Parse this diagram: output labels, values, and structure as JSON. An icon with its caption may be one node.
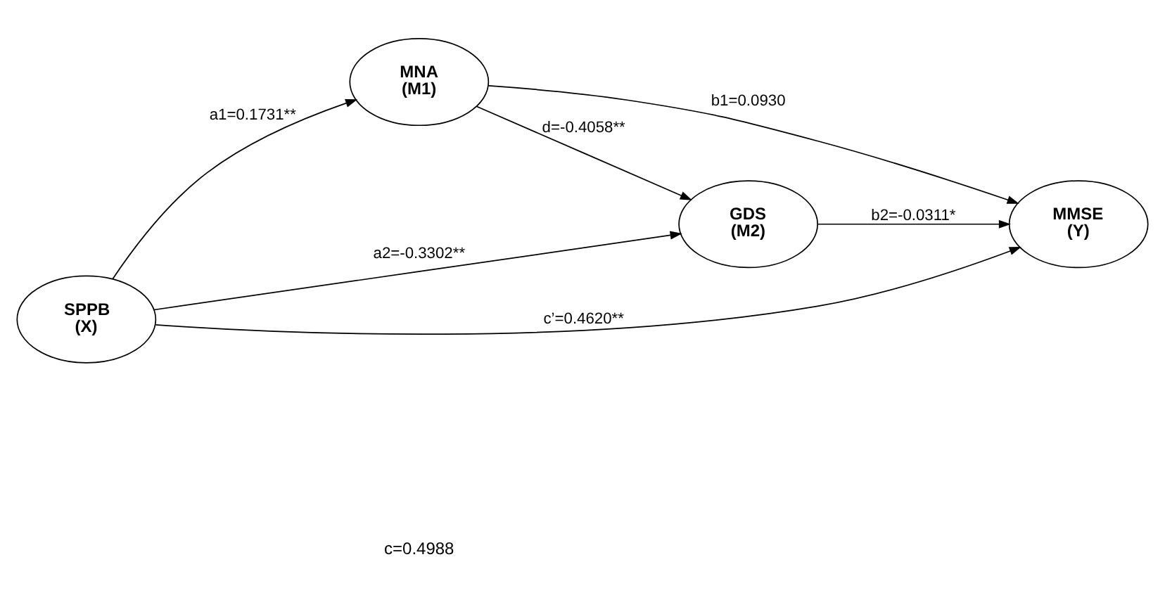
{
  "diagram": {
    "nodes": [
      {
        "text": [
          "MNA",
          "(M1)"
        ]
      },
      {
        "text": [
          "GDS",
          "(M2)"
        ]
      },
      {
        "text": [
          "SPPB",
          "(X)"
        ]
      },
      {
        "text": [
          "MMSE",
          "(Y)"
        ]
      }
    ],
    "edges": [
      {
        "from": 2,
        "to": 0,
        "arrow": "to",
        "label": "a1=0.1731**"
      },
      {
        "from": 2,
        "to": 1,
        "arrow": "to",
        "label": "a2=-0.3302**"
      },
      {
        "from": 0,
        "to": 1,
        "arrow": "to",
        "label": "d=-0.4058**"
      },
      {
        "from": 0,
        "to": 3,
        "arrow": "to",
        "label": "b1=0.0930"
      },
      {
        "from": 1,
        "to": 3,
        "arrow": "to",
        "label": "b2=-0.0311*"
      },
      {
        "from": 2,
        "to": 3,
        "arrow": "to",
        "label": "c’=0.4620**"
      }
    ],
    "labels": [
      "c=0.4988"
    ]
  }
}
